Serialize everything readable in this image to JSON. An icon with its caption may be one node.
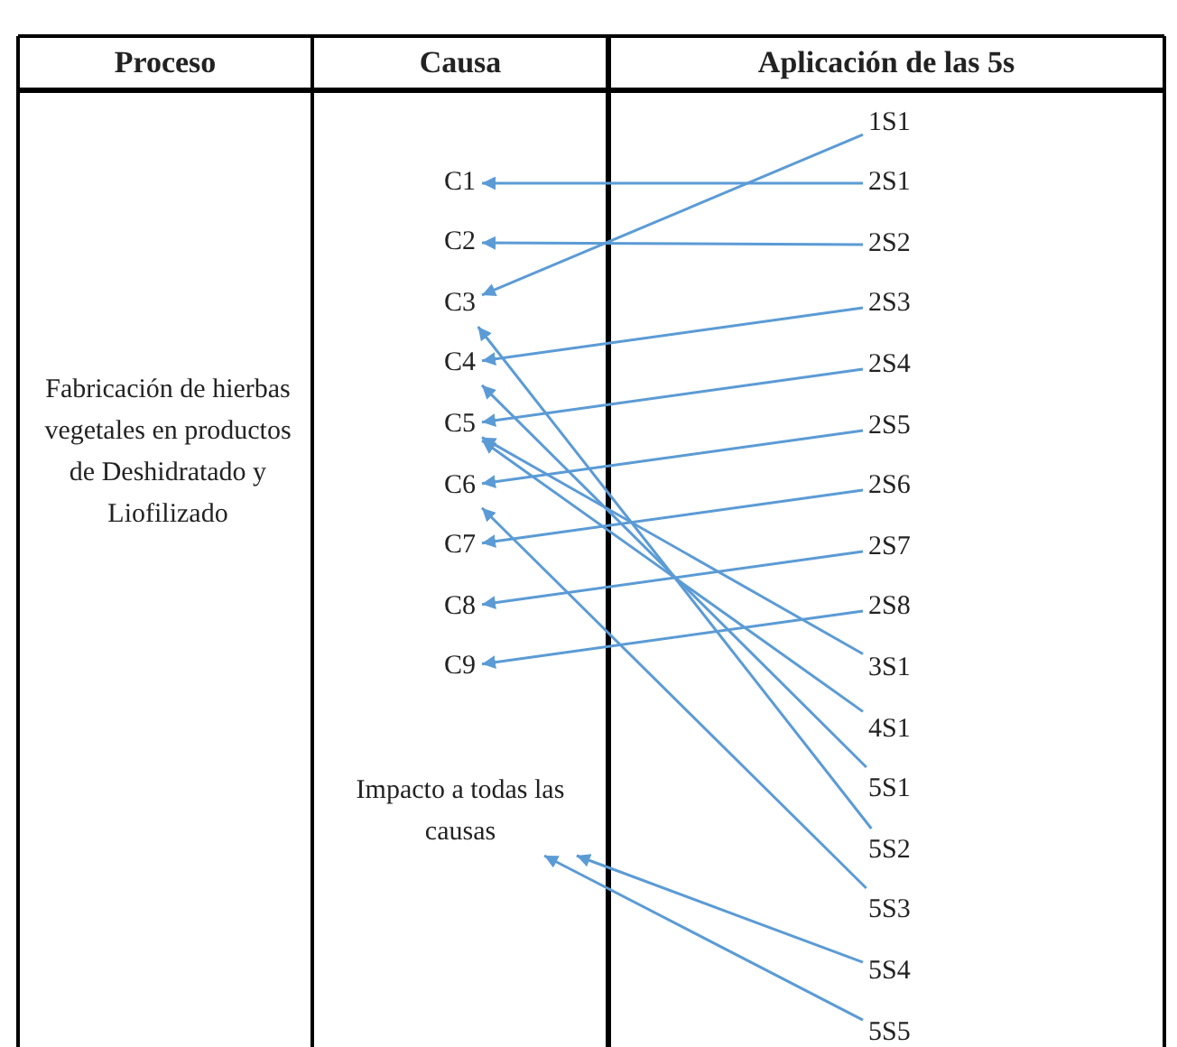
{
  "diagram": {
    "nodes": [
      {
        "text": [
          "C1"
        ]
      },
      {
        "text": [
          "C2"
        ]
      },
      {
        "text": [
          "C3"
        ]
      },
      {
        "text": [
          "C4"
        ]
      },
      {
        "text": [
          "C5"
        ]
      },
      {
        "text": [
          "C6"
        ]
      },
      {
        "text": [
          "C7"
        ]
      },
      {
        "text": [
          "C8"
        ]
      },
      {
        "text": [
          "C9"
        ]
      },
      {
        "text": [
          "Impacto a todas las causas"
        ]
      },
      {
        "text": [
          "1S1"
        ]
      },
      {
        "text": [
          "2S1"
        ]
      },
      {
        "text": [
          "2S2"
        ]
      },
      {
        "text": [
          "2S3"
        ]
      },
      {
        "text": [
          "2S4"
        ]
      },
      {
        "text": [
          "2S5"
        ]
      },
      {
        "text": [
          "2S6"
        ]
      },
      {
        "text": [
          "2S7"
        ]
      },
      {
        "text": [
          "2S8"
        ]
      },
      {
        "text": [
          "3S1"
        ]
      },
      {
        "text": [
          "4S1"
        ]
      },
      {
        "text": [
          "5S1"
        ]
      },
      {
        "text": [
          "5S2"
        ]
      },
      {
        "text": [
          "5S3"
        ]
      },
      {
        "text": [
          "5S4"
        ]
      },
      {
        "text": [
          "5S5"
        ]
      }
    ],
    "edges": [
      {
        "from": 10,
        "to": 2,
        "arrow": "to"
      },
      {
        "from": 11,
        "to": 0,
        "arrow": "to"
      },
      {
        "from": 12,
        "to": 1,
        "arrow": "to"
      },
      {
        "from": 13,
        "to": 3,
        "arrow": "to"
      },
      {
        "from": 14,
        "to": 4,
        "arrow": "to"
      },
      {
        "from": 15,
        "to": 5,
        "arrow": "to"
      },
      {
        "from": 16,
        "to": 6,
        "arrow": "to"
      },
      {
        "from": 17,
        "to": 7,
        "arrow": "to"
      },
      {
        "from": 18,
        "to": 8,
        "arrow": "to"
      },
      {
        "from": 19,
        "to": 4,
        "arrow": "to"
      },
      {
        "from": 20,
        "to": 4,
        "arrow": "to"
      },
      {
        "from": 21,
        "to": 3,
        "arrow": "to"
      },
      {
        "from": 22,
        "to": 2,
        "arrow": "to"
      },
      {
        "from": 23,
        "to": 5,
        "arrow": "to"
      },
      {
        "from": 24,
        "to": 9,
        "arrow": "to"
      },
      {
        "from": 25,
        "to": 9,
        "arrow": "to"
      }
    ],
    "labels": [
      "Proceso",
      "Causa",
      "Aplicación de las 5s",
      "Fabricación de hierbas vegetales en productos de Deshidratado y Liofilizado"
    ]
  }
}
